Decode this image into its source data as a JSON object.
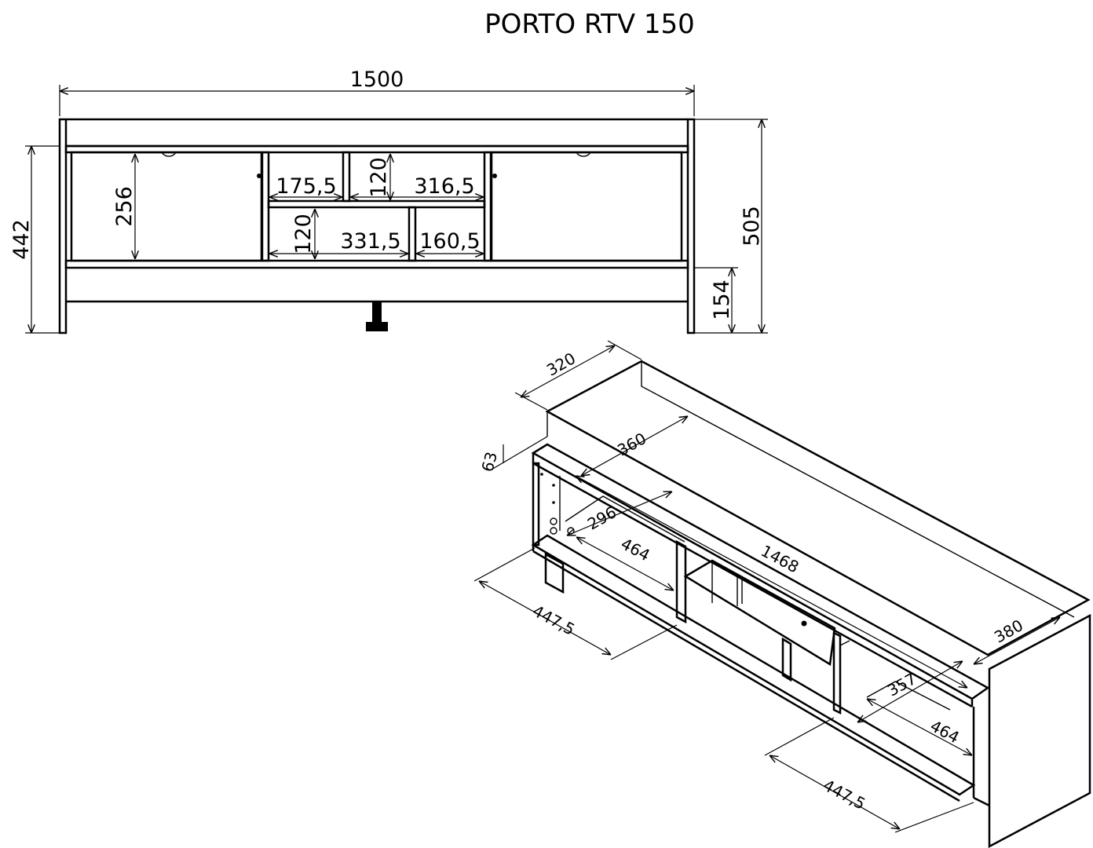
{
  "title": "PORTO RTV 150",
  "front_view": {
    "dimensions": {
      "total_width": "1500",
      "total_height": "505",
      "side_height": "442",
      "leg_height": "154",
      "door_height": "256",
      "shelf_top_left": "175,5",
      "shelf_top_right": "316,5",
      "shelf_top_height": "120",
      "shelf_bottom_height": "120",
      "shelf_bottom_left": "331,5",
      "shelf_bottom_right": "160,5"
    }
  },
  "iso_view": {
    "dimensions": {
      "top_depth": "320",
      "top_raise": "63",
      "inner_depth": "360",
      "inner_width": "1468",
      "left_shelf_depth": "296",
      "left_compartment": "464",
      "left_bottom": "447,5",
      "right_depth": "380",
      "right_shelf_depth": "357",
      "right_compartment": "464",
      "right_bottom": "447,5"
    }
  }
}
